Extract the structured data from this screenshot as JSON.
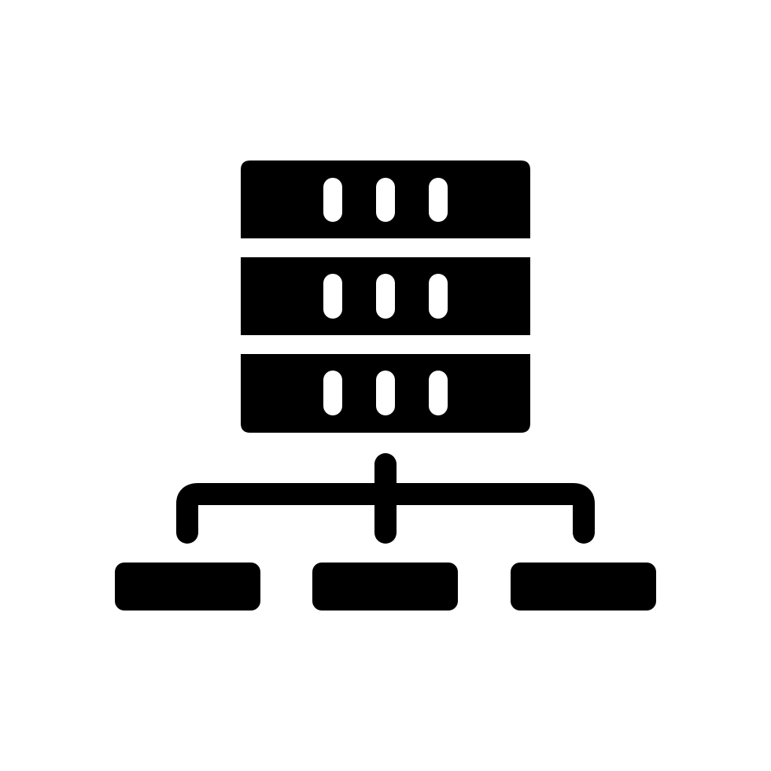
{
  "icon": {
    "name": "server-network-icon",
    "style": "solid-glyph",
    "color": "#000000",
    "background": "#ffffff",
    "server_units": 3,
    "slots_per_unit": 3,
    "network_nodes": 3
  }
}
